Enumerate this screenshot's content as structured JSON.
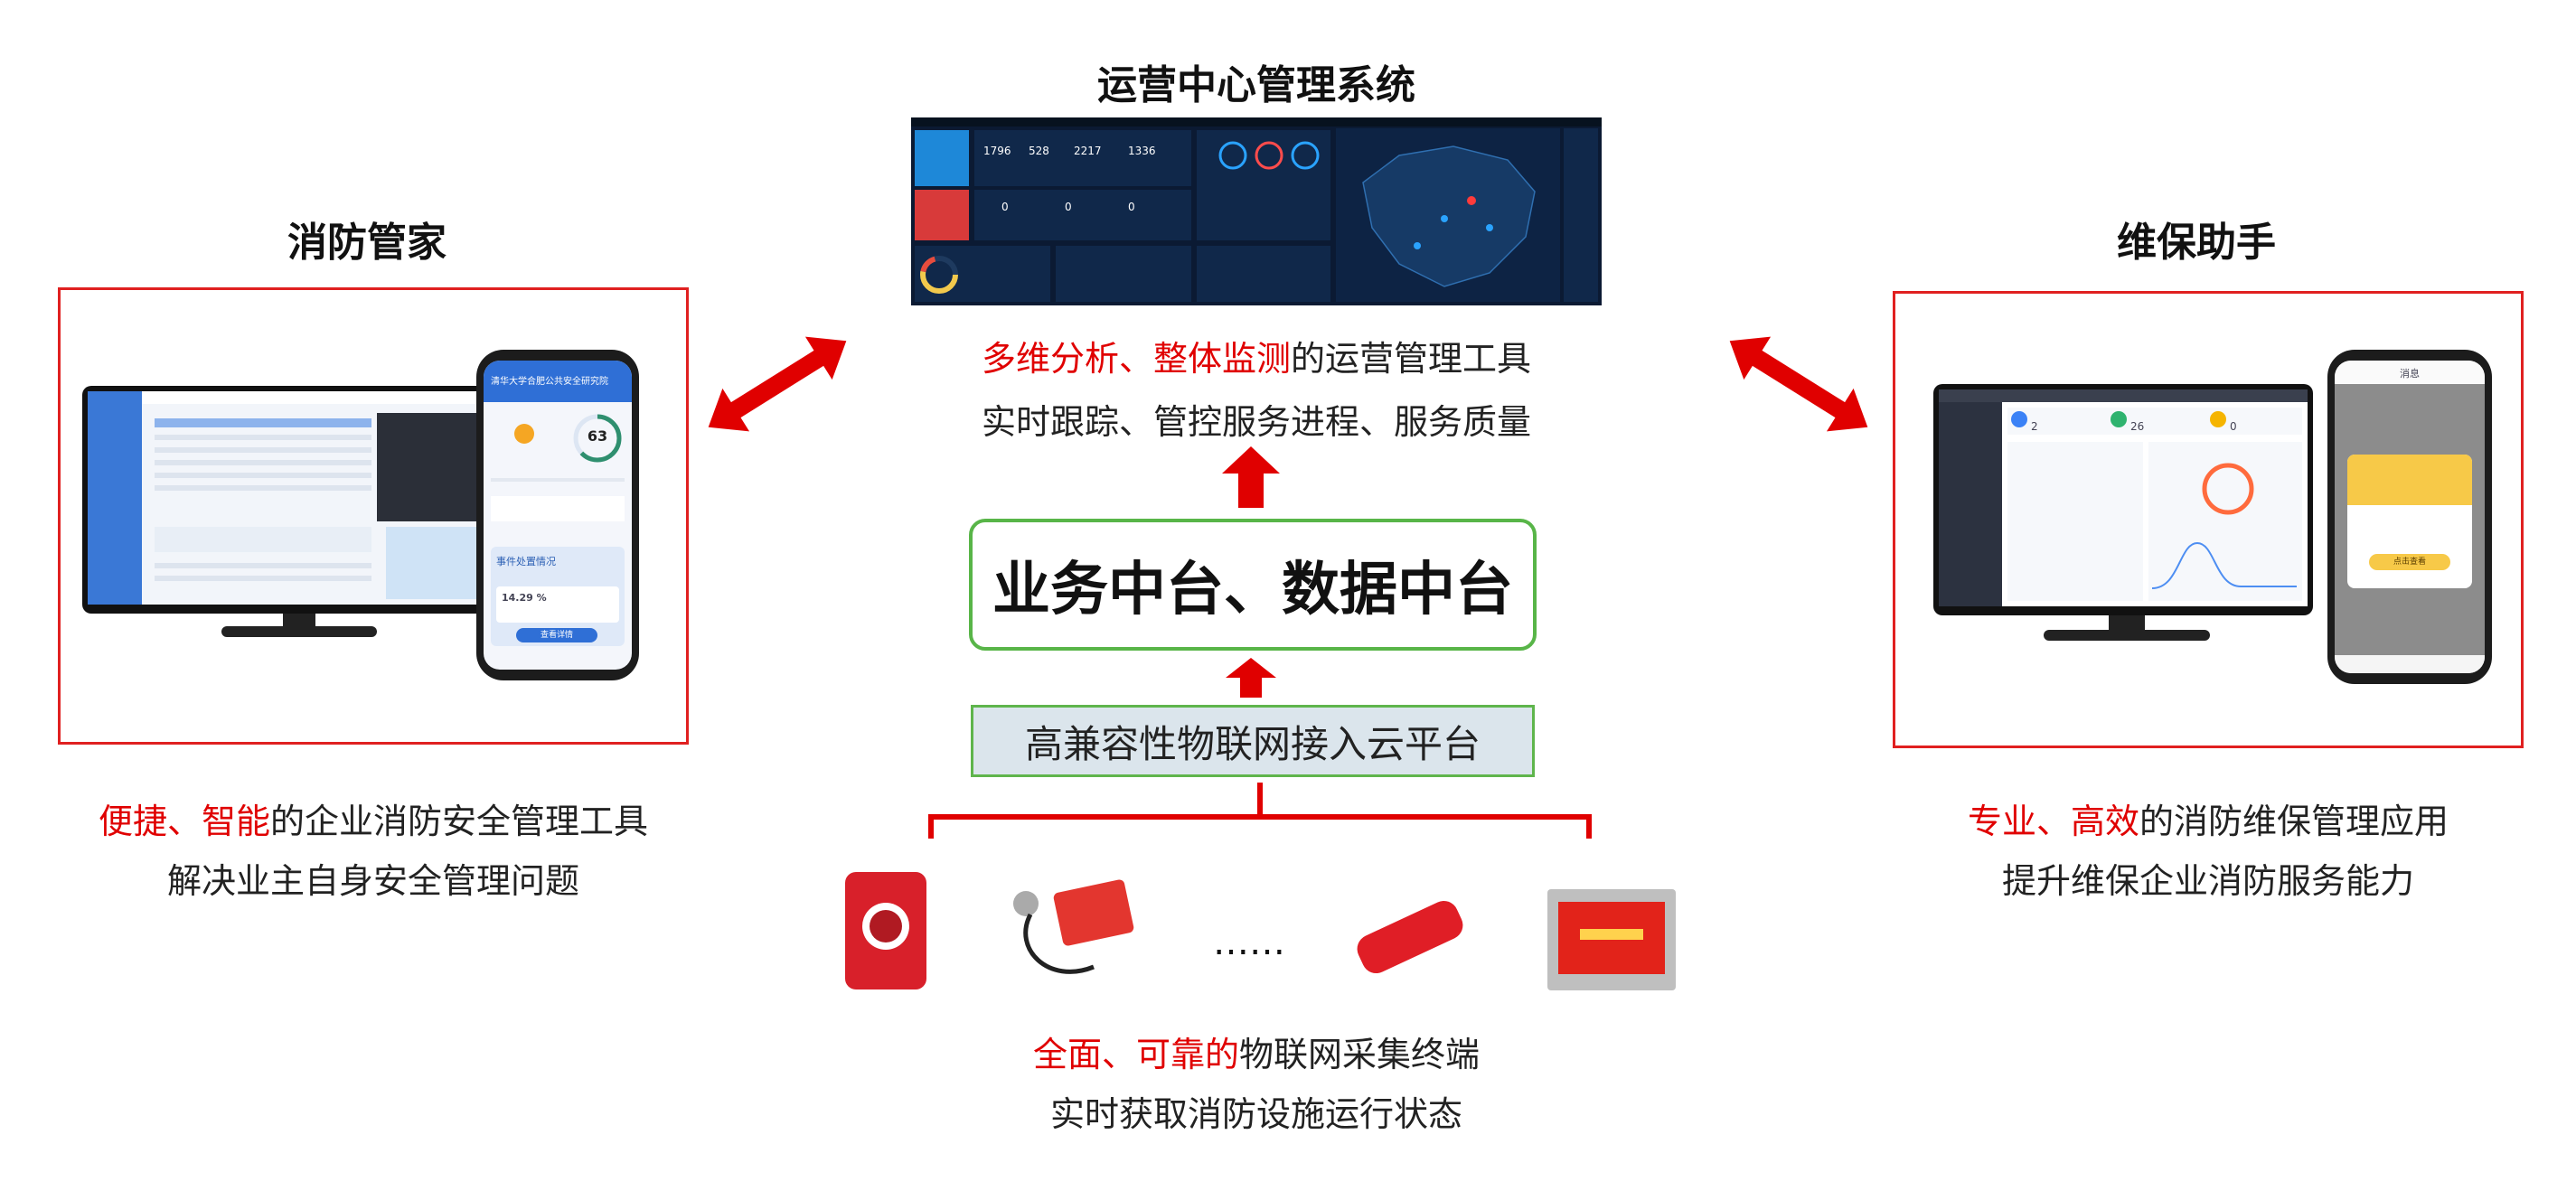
{
  "center": {
    "title": "运营中心管理系统",
    "desc1_hl": "多维分析、整体监测",
    "desc1_rest": "的运营管理工具",
    "desc2": "实时跟踪、管控服务进程、服务质量",
    "middle_box": "业务中台、数据中台",
    "cloud_box": "高兼容性物联网接入云平台",
    "dots": "……",
    "bottom_hl": "全面、可靠的",
    "bottom_rest": "物联网采集终端",
    "bottom2": "实时获取消防设施运行状态"
  },
  "left": {
    "title": "消防管家",
    "desc1_hl": "便捷、智能",
    "desc1_rest": "的企业消防安全管理工具",
    "desc2": "解决业主自身安全管理问题",
    "phone_header": "清华大学合肥公共安全研究院",
    "phone_score": "63",
    "phone_section": "事件处置情况",
    "phone_percent": "14.29 %",
    "phone_button": "查看详情"
  },
  "right": {
    "title": "维保助手",
    "desc1_hl": "专业、高效",
    "desc1_rest": "的消防维保管理应用",
    "desc2": "提升维保企业消防服务能力",
    "phone_header": "消息",
    "phone_button": "点击查看",
    "monitor_values": [
      "2",
      "26",
      "0"
    ]
  },
  "dashboard": {
    "stats": [
      "1796",
      "528",
      "2217",
      "1336"
    ],
    "alarms": [
      "0",
      "0",
      "0"
    ]
  },
  "colors": {
    "red": "#e00000",
    "green": "#58b548",
    "cloud": "#dbe5ec"
  }
}
